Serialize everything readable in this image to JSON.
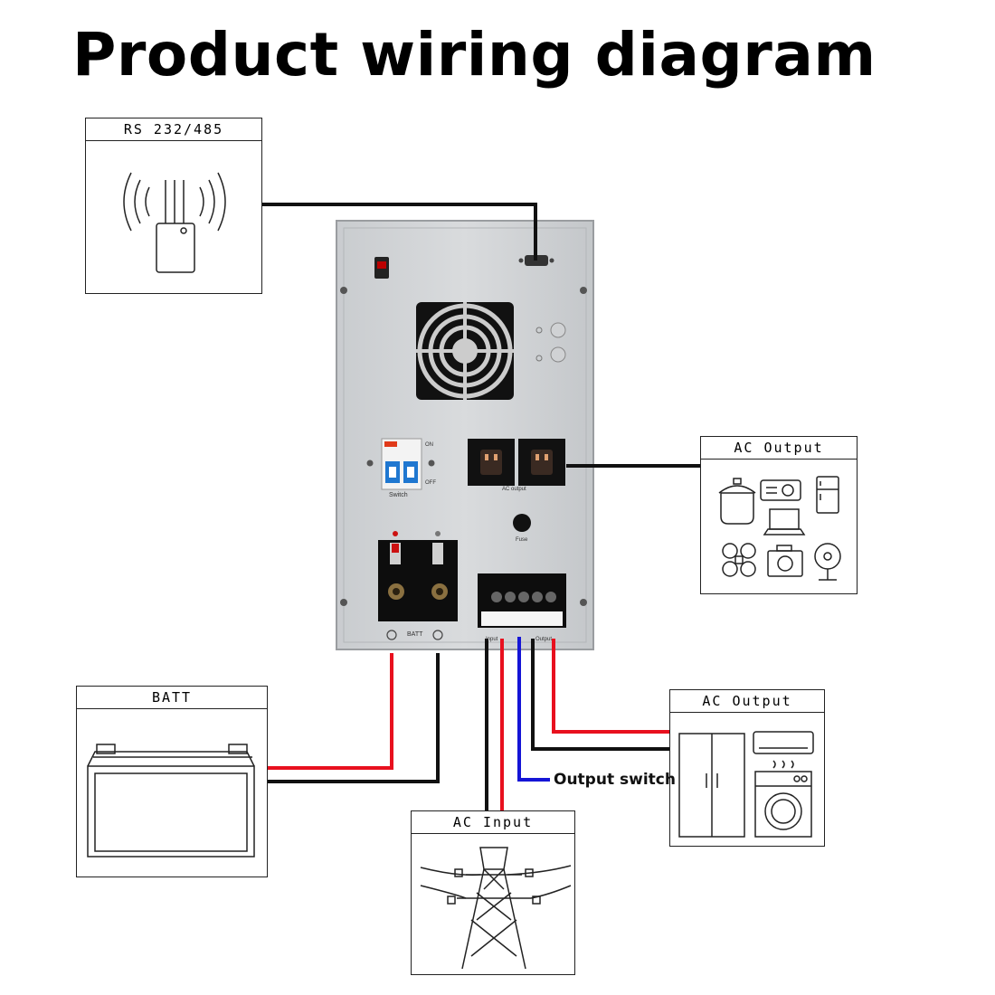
{
  "title": "Product wiring diagram",
  "boxes": {
    "rs": "RS 232/485",
    "ac_output_top": "AC Output",
    "batt": "BATT",
    "ac_output_bottom": "AC Output",
    "ac_input": "AC Input"
  },
  "labels": {
    "output_switch": "Output switch"
  },
  "device": {
    "switch_label": "Switch",
    "batt_label": "BATT",
    "on_label": "ON",
    "off_label": "OFF",
    "fuse_label": "Fuse",
    "ac_output_label": "AC output",
    "input_label": "Input",
    "output_label": "Output"
  },
  "wire_colors": {
    "red": "#e8101e",
    "black": "#111111",
    "blue": "#1515d6"
  }
}
